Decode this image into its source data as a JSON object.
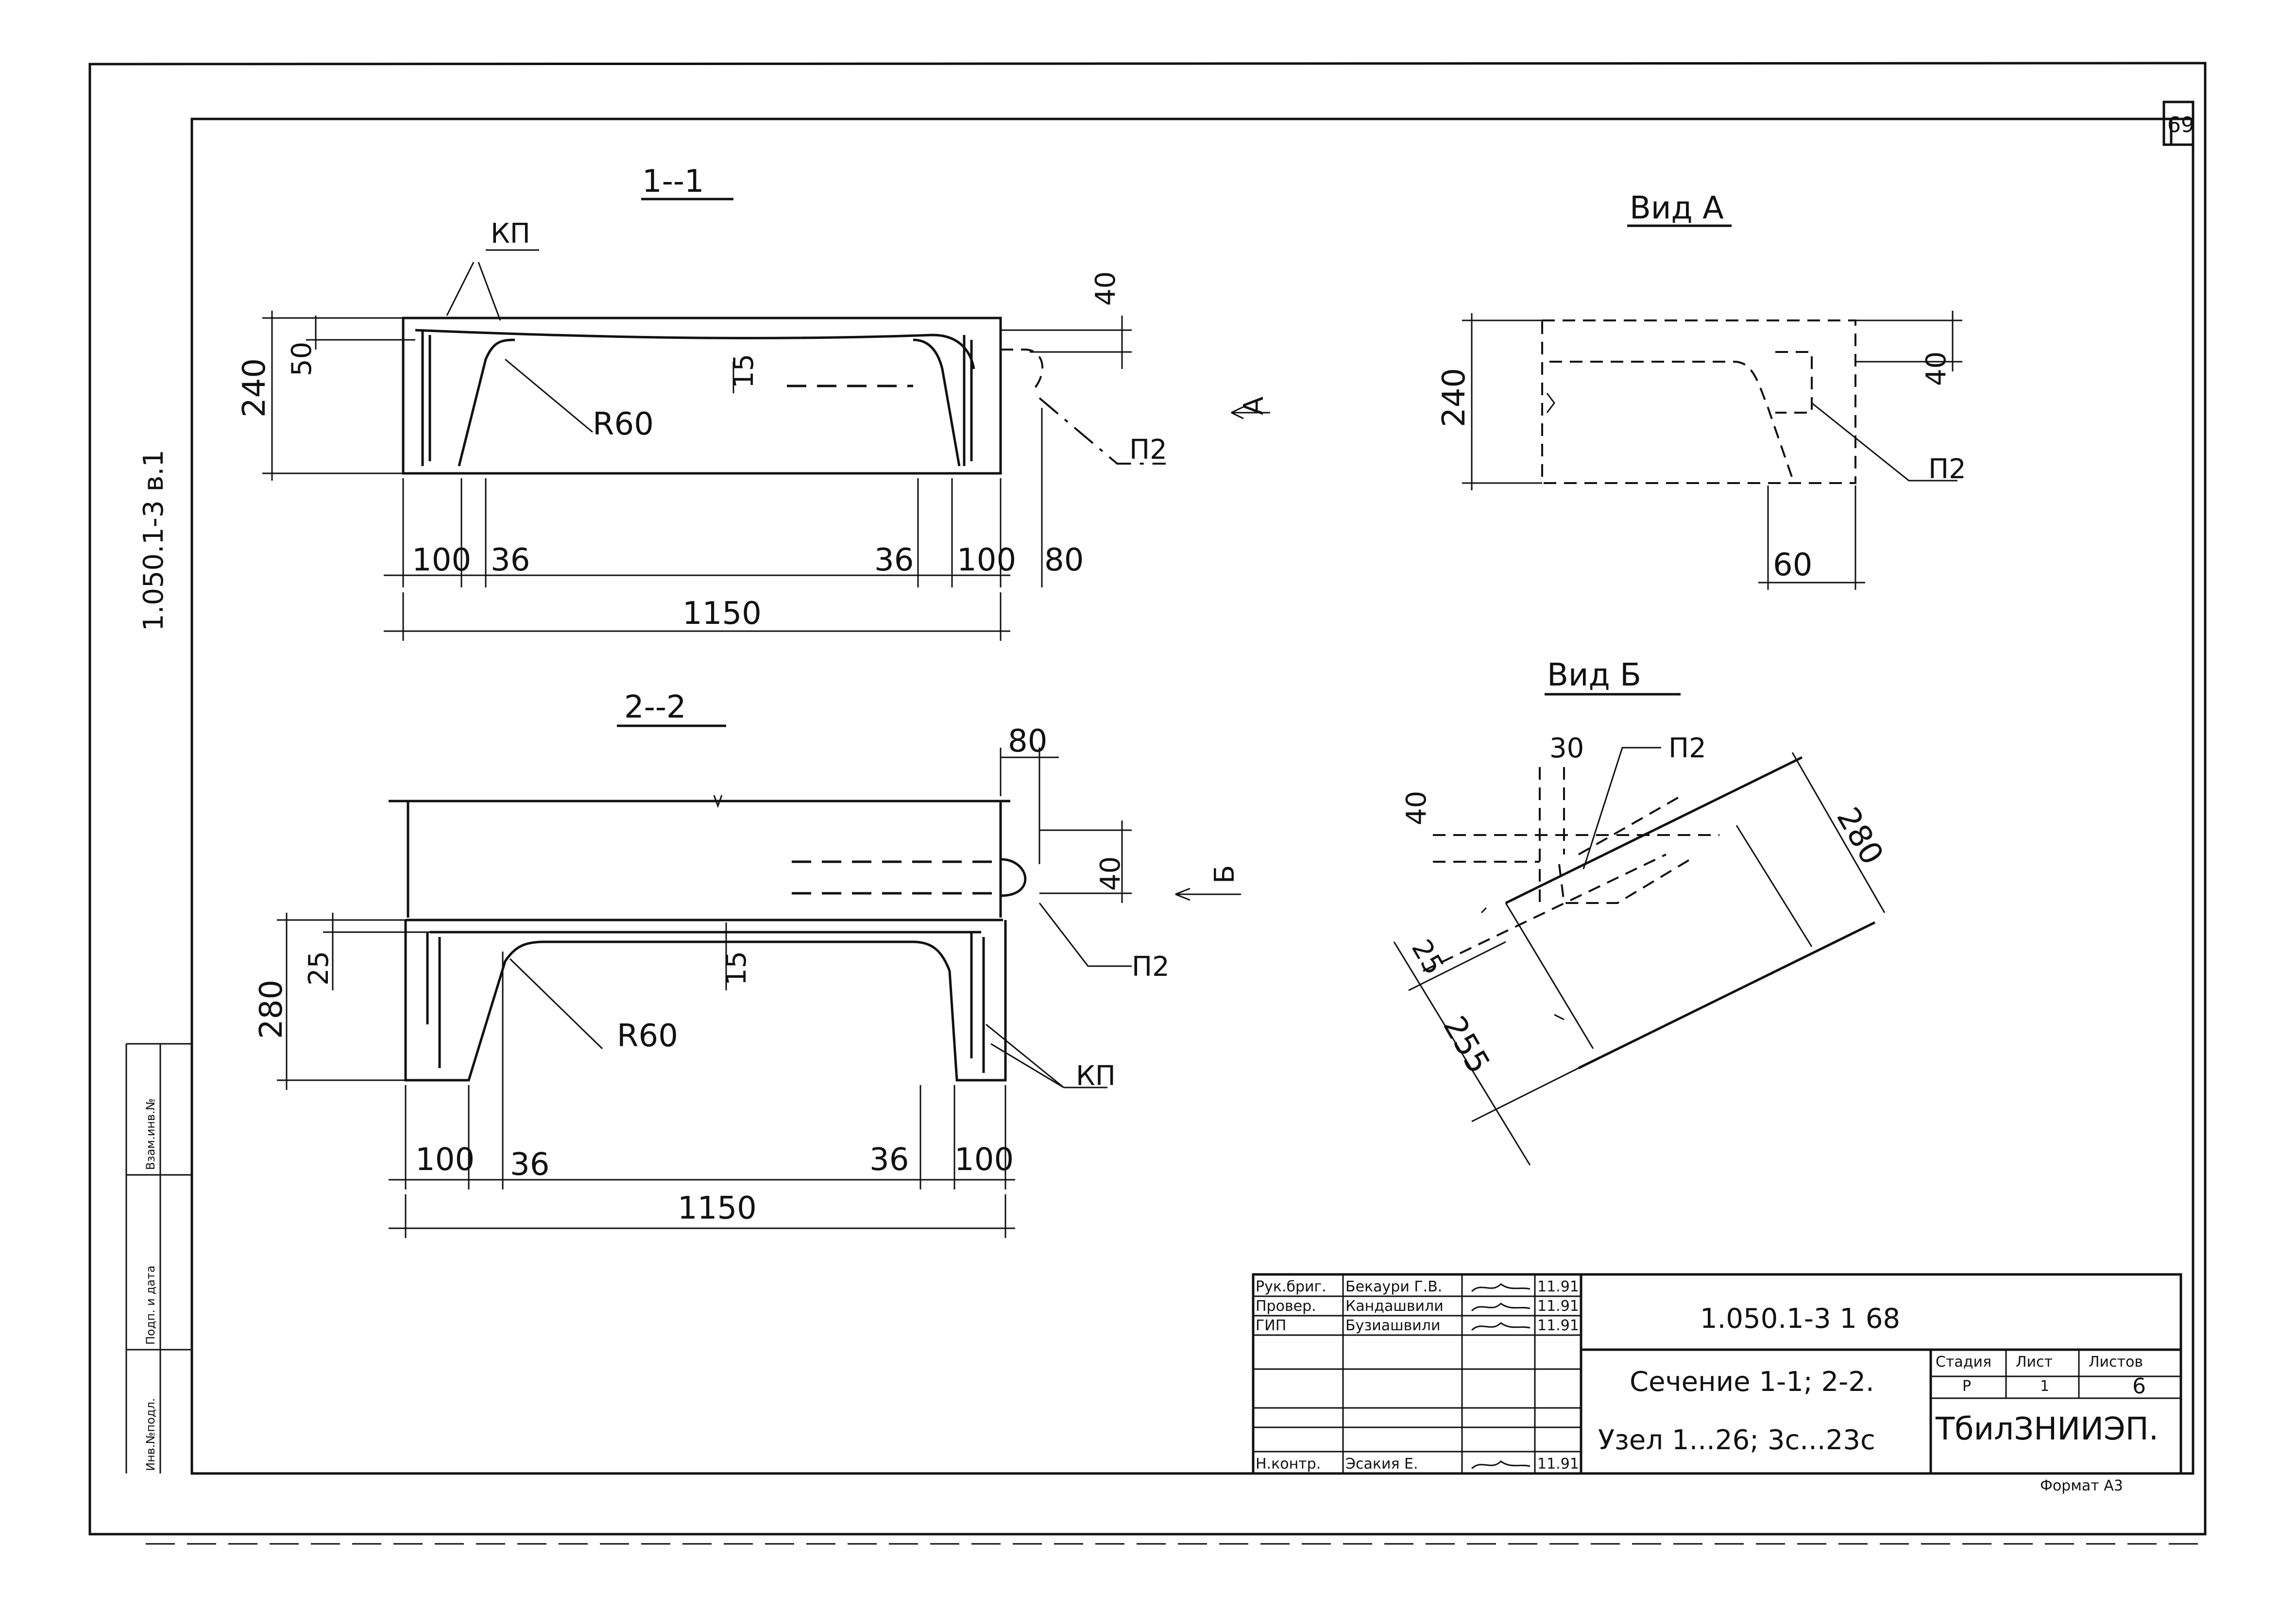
{
  "sheet": {
    "corner_number": "69",
    "side_code": "1.050.1-3  в.1",
    "side_stamp": [
      "Инв.№подл.",
      "Подп. и дата",
      "Взам.инв.№"
    ]
  },
  "sections": {
    "s11": {
      "title": "1--1",
      "labels": {
        "kp": "КП",
        "p2": "П2",
        "r": "R60",
        "view_arrow": "А"
      },
      "dims": {
        "h_total": "240",
        "h_top": "50",
        "top_right": "40",
        "mid": "15",
        "b1": "100",
        "b2": "36",
        "b3": "36",
        "b4": "100",
        "b5": "80",
        "total": "1150"
      }
    },
    "s22": {
      "title": "2--2",
      "labels": {
        "kp": "КП",
        "p2": "П2",
        "r": "R60",
        "view_arrow": "Б"
      },
      "dims": {
        "h_total": "280",
        "h_top": "25",
        "top_right": "80",
        "h_right": "40",
        "mid": "15",
        "b1": "100",
        "b2": "36",
        "b3": "36",
        "b4": "100",
        "total": "1150"
      }
    },
    "vidA": {
      "title": "Вид А",
      "labels": {
        "p2": "П2"
      },
      "dims": {
        "h": "240",
        "r": "40",
        "bottom": "60"
      }
    },
    "vidB": {
      "title": "Вид Б",
      "labels": {
        "p2": "П2"
      },
      "dims": {
        "d40": "40",
        "d30": "30",
        "d280": "280",
        "d25": "25",
        "d255": "255"
      }
    }
  },
  "title_block": {
    "doc_code": "1.050.1-3  1  68",
    "name_line1": "Сечение 1-1; 2-2.",
    "name_line2": "Узел 1...26; 3с...23с",
    "stage_header": "Стадия",
    "sheet_header": "Лист",
    "sheets_header": "Листов",
    "stage": "Р",
    "sheet": "1",
    "sheets": "6",
    "org": "ТбилЗНИИЭП.",
    "format": "Формат А3",
    "signers": [
      {
        "role": "Рук.бриг.",
        "name": "Бекаури Г.В.",
        "date": "11.91"
      },
      {
        "role": "Провер.",
        "name": "Кандашвили",
        "date": "11.91"
      },
      {
        "role": "ГИП",
        "name": "Бузиашвили",
        "date": "11.91"
      },
      {
        "role": "Н.контр.",
        "name": "Эсакия Е.",
        "date": "11.91"
      }
    ]
  }
}
